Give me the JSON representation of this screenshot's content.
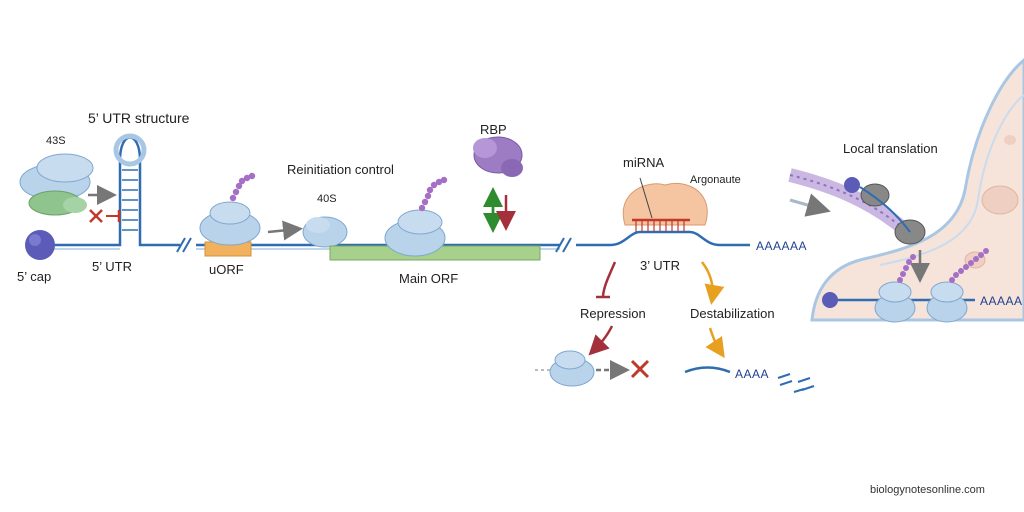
{
  "labels": {
    "utr_structure": "5’ UTR structure",
    "s43": "43S",
    "cap": "5’ cap",
    "utr5": "5’ UTR",
    "uorf": "uORF",
    "reinitiation": "Reinitiation control",
    "s40": "40S",
    "main_orf": "Main ORF",
    "rbp": "RBP",
    "mirna": "miRNA",
    "argonaute": "Argonaute",
    "utr3": "3’ UTR",
    "repression": "Repression",
    "destabilization": "Destabilization",
    "local_translation": "Local translation",
    "polya_main": "AAAAAA",
    "polya_decay": "AAAA",
    "polya_local": "AAAAA"
  },
  "credit": "biologynotesonline.com",
  "colors": {
    "mrna": "#2f6db0",
    "ribosome": "#b9d3ea",
    "ribosome_dark": "#7fa7cf",
    "cap": "#5b5bb8",
    "eif_green": "#8fc48f",
    "uorf": "#f2b15c",
    "main_orf": "#a8d08d",
    "rbp": "#9d7cc4",
    "argonaute": "#f5c4a0",
    "inhibit_red": "#c0392b",
    "activate_green": "#2e8b2e",
    "orange": "#e8a020",
    "cell": "#f6e3da"
  }
}
